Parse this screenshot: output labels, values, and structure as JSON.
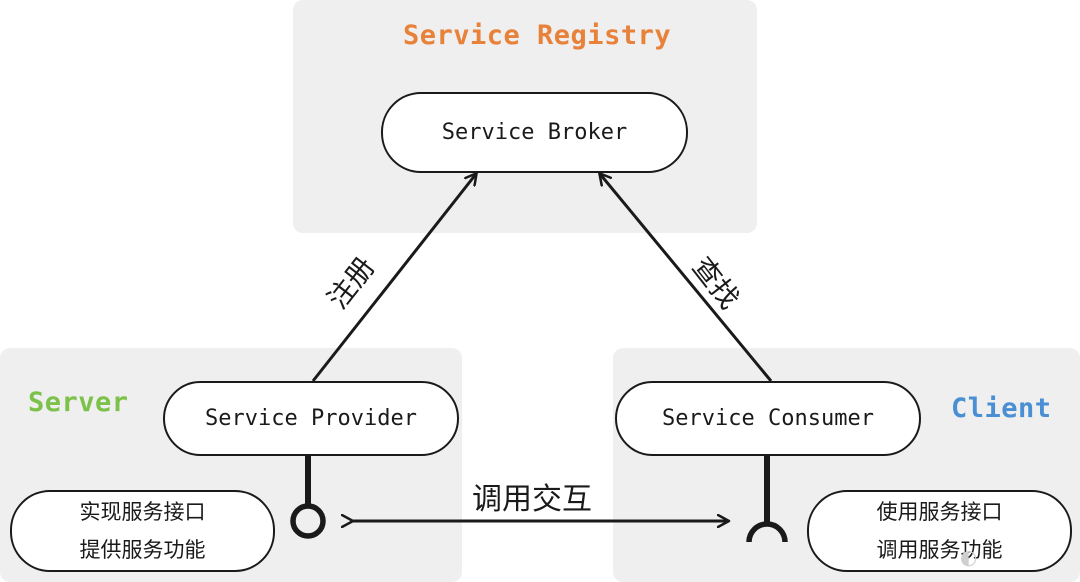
{
  "colors": {
    "registry_heading": "#e8823a",
    "server_heading": "#7cc24a",
    "client_heading": "#4a8fd4",
    "panel_bg": "#efefef",
    "stroke": "#1a1a1a"
  },
  "registry": {
    "heading": "Service Registry",
    "broker_label": "Service Broker"
  },
  "server": {
    "heading": "Server",
    "provider_label": "Service Provider",
    "note_lines": [
      "实现服务接口",
      "提供服务功能"
    ]
  },
  "client": {
    "heading": "Client",
    "consumer_label": "Service Consumer",
    "note_lines": [
      "使用服务接口",
      "调用服务功能"
    ]
  },
  "edges": {
    "register_label": "注册",
    "lookup_label": "查找",
    "interaction_label": "调用交互"
  },
  "interface_icons": {
    "provided": "lollipop-icon",
    "required": "socket-icon"
  }
}
